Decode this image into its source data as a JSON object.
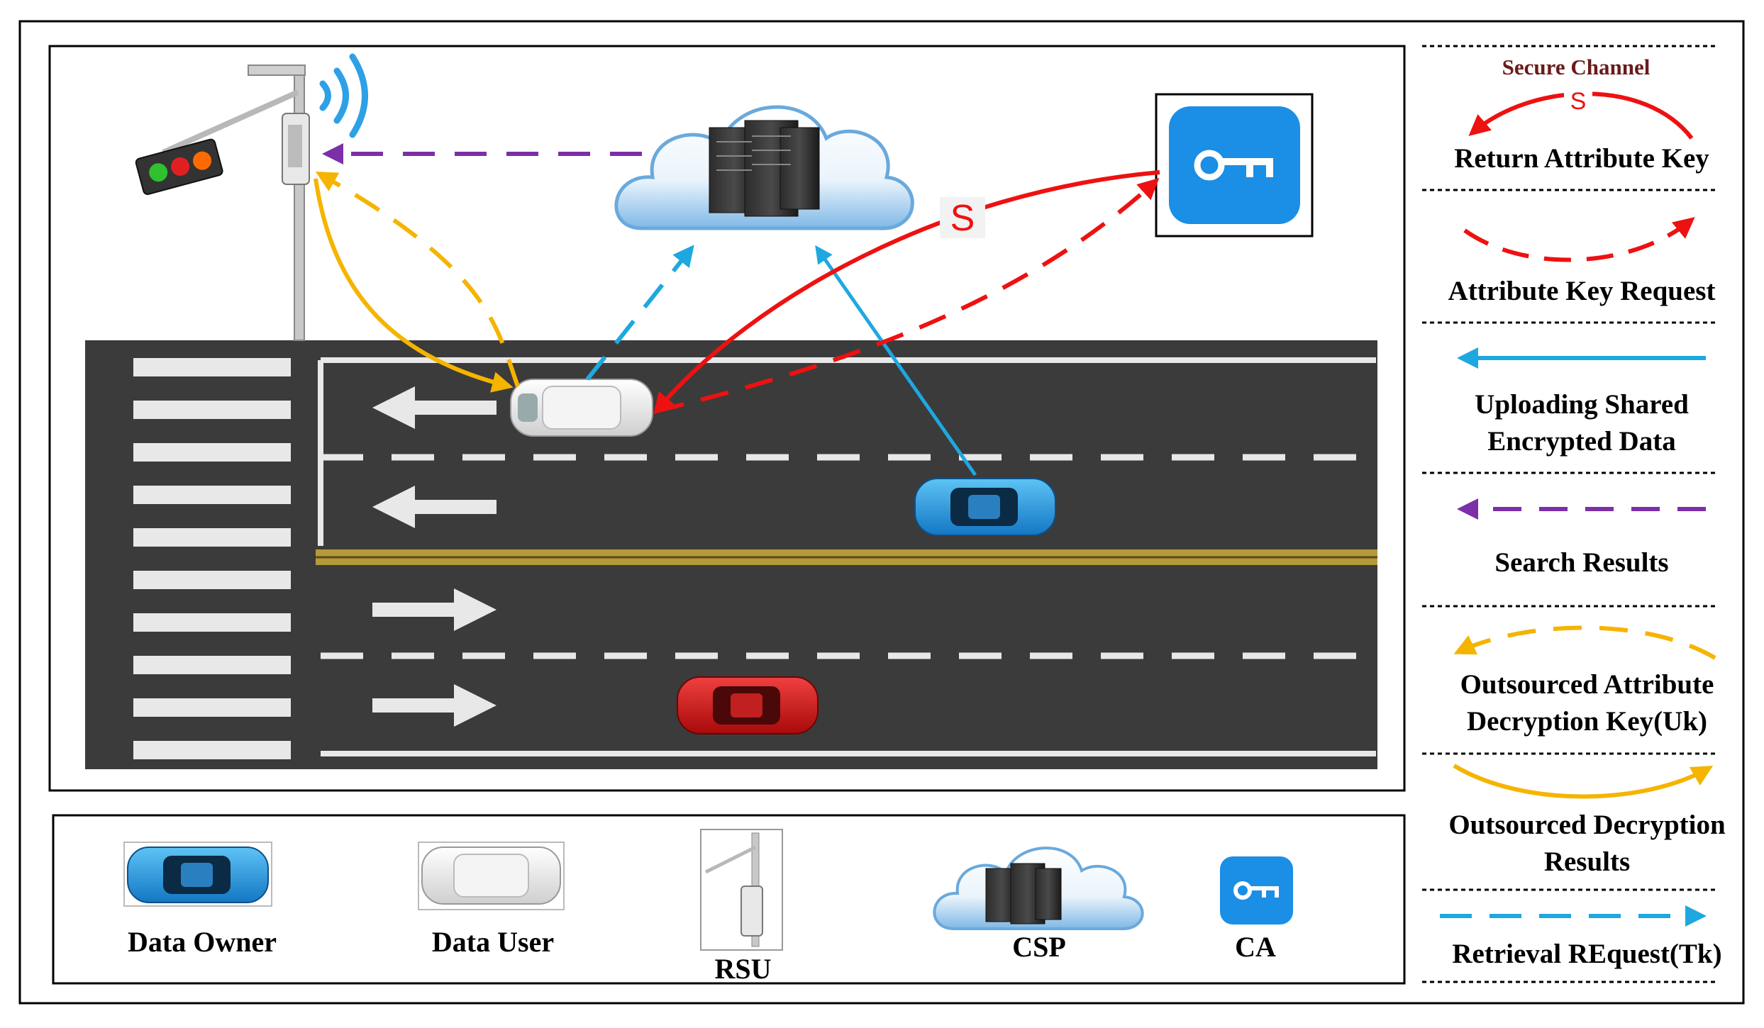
{
  "legend": {
    "secure_channel": "Secure Channel",
    "s_mark": "S",
    "items": [
      {
        "id": "return-attribute-key",
        "line1": "Return Attribute Key",
        "line2": "",
        "color": "#ee1111"
      },
      {
        "id": "attribute-key-request",
        "line1": "Attribute Key Request",
        "line2": "",
        "color": "#ee1111"
      },
      {
        "id": "uploading-shared-encrypted-data",
        "line1": "Uploading Shared",
        "line2": "Encrypted Data",
        "color": "#1ea8e0"
      },
      {
        "id": "search-results",
        "line1": "Search Results",
        "line2": "",
        "color": "#7b2fa8"
      },
      {
        "id": "outsourced-attribute-decryption-key",
        "line1": "Outsourced Attribute",
        "line2": "Decryption Key(Uk)",
        "color": "#f5b400"
      },
      {
        "id": "outsourced-decryption-results",
        "line1": "Outsourced Decryption",
        "line2": "Results",
        "color": "#f5b400"
      },
      {
        "id": "retrieval-request",
        "line1": "Retrieval REquest(Tk)",
        "line2": "",
        "color": "#1ea8e0"
      }
    ]
  },
  "scene": {
    "s_mark": "S"
  },
  "components": {
    "data_owner": "Data Owner",
    "data_user": "Data User",
    "rsu": "RSU",
    "csp": "CSP",
    "ca": "CA"
  },
  "colors": {
    "red": "#ee1111",
    "blue": "#1ea8e0",
    "purple": "#7b2fa8",
    "yellow": "#f5b400",
    "asphalt": "#3b3b3b",
    "ca_blue": "#1b8ee6"
  }
}
